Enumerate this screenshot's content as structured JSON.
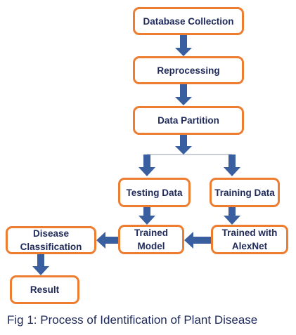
{
  "nodes": {
    "database_collection": "Database Collection",
    "reprocessing": "Reprocessing",
    "data_partition": "Data Partition",
    "testing_data": "Testing Data",
    "training_data": "Training Data",
    "trained_model": "Trained\nModel",
    "trained_with_alexnet": "Trained with\nAlexNet",
    "disease_classification": "Disease\nClassification",
    "result": "Result"
  },
  "caption": "Fig 1: Process of Identification of Plant Disease",
  "colors": {
    "box_border": "#ED7D31",
    "box_text": "#1F2A5A",
    "arrow": "#3A5FA0",
    "branch_line": "#B8BEC8"
  }
}
